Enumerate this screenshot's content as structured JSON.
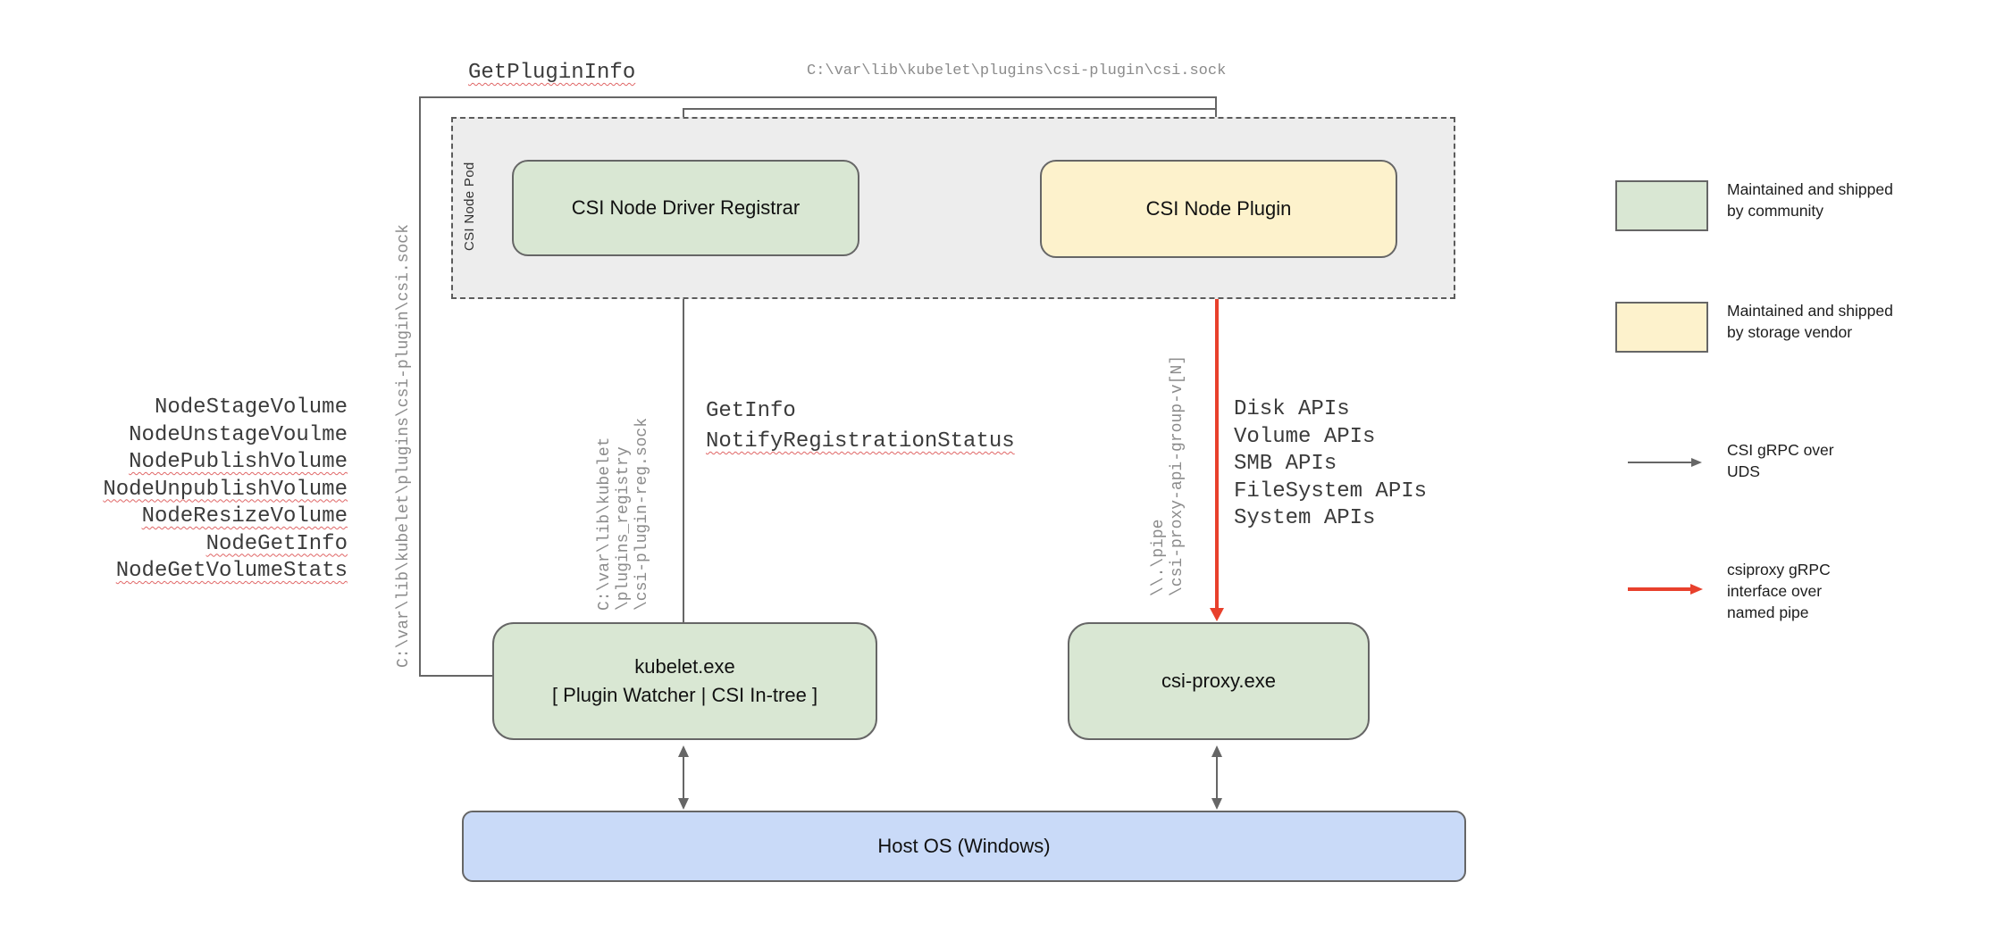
{
  "colors": {
    "community_green": "#d9e7d3",
    "vendor_yellow": "#fdf2cc",
    "host_blue": "#c9daf8",
    "pod_gray": "#ededed",
    "line_gray": "#666666",
    "grpc_red": "#e8402c",
    "path_text_gray": "#8b8b8b",
    "squiggle_red": "#e06666"
  },
  "pod": {
    "label": "CSI Node Pod"
  },
  "boxes": {
    "registrar": {
      "label": "CSI Node Driver Registrar"
    },
    "plugin": {
      "label": "CSI Node Plugin"
    },
    "kubelet": {
      "line1": "kubelet.exe",
      "line2": "[ Plugin Watcher | CSI In-tree ]"
    },
    "csi_proxy": {
      "label": "csi-proxy.exe"
    },
    "host_os": {
      "label": "Host OS (Windows)"
    }
  },
  "annotations": {
    "get_plugin_info": "GetPluginInfo",
    "top_socket_path": "C:\\var\\lib\\kubelet\\plugins\\csi-plugin\\csi.sock",
    "left_socket_path": "C:\\var\\lib\\kubelet\\plugins\\csi-plugin\\csi.sock",
    "registry_socket_lines": [
      "C:\\var\\lib\\kubelet",
      "\\plugins_registry",
      "\\csi-plugin-reg.sock"
    ],
    "get_info": "GetInfo",
    "notify_registration_status": "NotifyRegistrationStatus",
    "named_pipe_lines": [
      "\\\\.\\pipe",
      "\\csi-proxy-api-group-v[N]"
    ],
    "node_methods": [
      "NodeStageVolume",
      "NodeUnstageVoulme",
      "NodePublishVolume",
      "NodeUnpublishVolume",
      "NodeResizeVolume",
      "NodeGetInfo",
      "NodeGetVolumeStats"
    ],
    "proxy_apis": [
      "Disk APIs",
      "Volume APIs",
      "SMB APIs",
      "FileSystem APIs",
      "System APIs"
    ]
  },
  "legend": {
    "community": {
      "line1": "Maintained and shipped",
      "line2": "by community"
    },
    "vendor": {
      "line1": "Maintained and shipped",
      "line2": "by storage vendor"
    },
    "uds": {
      "line1": "CSI gRPC over",
      "line2": "UDS"
    },
    "pipe": {
      "line1": "csiproxy gRPC",
      "line2": "interface over",
      "line3": "named pipe"
    }
  }
}
